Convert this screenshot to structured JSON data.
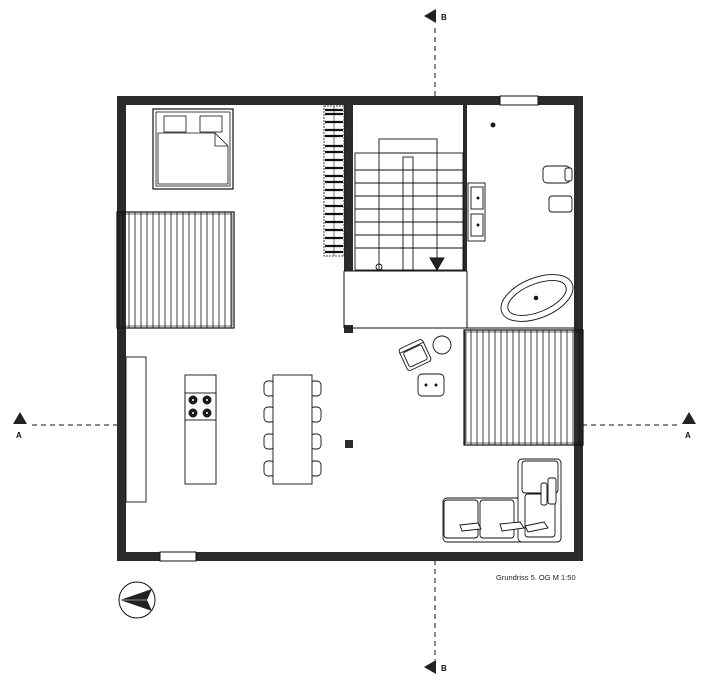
{
  "sections": {
    "top_marker": "B",
    "bottom_marker": "B",
    "left_marker": "A",
    "right_marker": "A"
  },
  "caption": "Grundriss 5. OG M 1:50",
  "colors": {
    "wall": "#2b2b2b",
    "line": "#111111",
    "background": "#ffffff"
  },
  "icons": {
    "north_arrow": "north-arrow-icon",
    "section_marker": "triangle-marker-icon"
  }
}
